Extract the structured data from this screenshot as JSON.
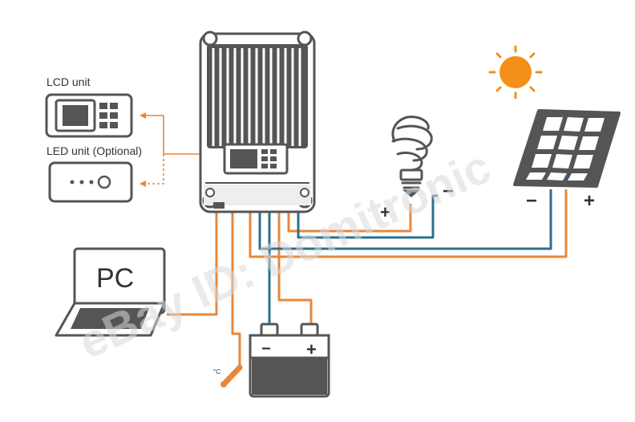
{
  "labels": {
    "lcd_unit": "LCD unit",
    "led_unit": "LED unit (Optional)",
    "pc": "PC",
    "bulb_plus": "+",
    "bulb_minus": "−",
    "panel_minus": "−",
    "panel_plus": "+",
    "battery_minus": "−",
    "battery_plus": "+",
    "temp_unit": "°C"
  },
  "watermark": "eBay ID: Domitronic",
  "colors": {
    "orange_wire": "#e8873a",
    "blue_wire": "#2d6f8e",
    "device_gray": "#555555",
    "sun": "#f39018"
  },
  "icons": {
    "controller": "charge-controller-icon",
    "lcd": "lcd-unit-icon",
    "led": "led-unit-icon",
    "laptop": "laptop-icon",
    "bulb": "light-bulb-icon",
    "panel": "solar-panel-icon",
    "sun": "sun-icon",
    "battery": "battery-icon",
    "sensor": "temperature-sensor-icon"
  }
}
